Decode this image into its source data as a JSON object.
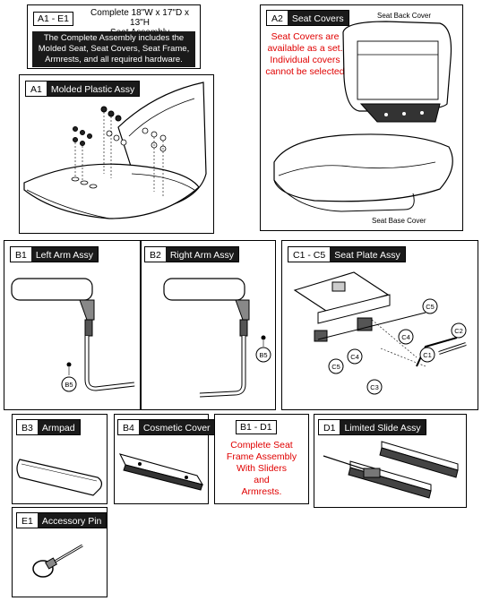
{
  "a1e1": {
    "id": "A1 - E1",
    "title": "Complete 18\"W x 17\"D x 13\"H Seat Assembly",
    "title_line1": "Complete 18\"W x 17\"D x 13\"H",
    "title_line2": "Seat Assembly",
    "note_line1": "The Complete Assembly includes the",
    "note_line2": "Molded Seat, Seat Covers, Seat Frame,",
    "note_line3": "Armrests, and all required hardware."
  },
  "a1": {
    "id": "A1",
    "label": "Molded Plastic Assy"
  },
  "a2": {
    "id": "A2",
    "label": "Seat Covers",
    "note_line1": "Seat Covers are",
    "note_line2": "available as a set.",
    "note_line3": "Individual covers",
    "note_line4": "cannot be selected",
    "back_label": "Seat Back Cover",
    "base_label": "Seat Base Cover"
  },
  "b1": {
    "id": "B1",
    "label": "Left Arm Assy",
    "callout": "B5"
  },
  "b2": {
    "id": "B2",
    "label": "Right Arm Assy",
    "callout": "B5"
  },
  "c1c5": {
    "id": "C1 - C5",
    "label": "Seat Plate Assy",
    "callouts": [
      "C5",
      "C4",
      "C2",
      "C1",
      "C5",
      "C4",
      "C3"
    ]
  },
  "b3": {
    "id": "B3",
    "label": "Armpad"
  },
  "b4": {
    "id": "B4",
    "label": "Cosmetic Cover"
  },
  "b1d1": {
    "id": "B1 - D1",
    "note_line1": "Complete Seat",
    "note_line2": "Frame Assembly",
    "note_line3": "With Sliders",
    "note_line4": "and",
    "note_line5": "Armrests."
  },
  "d1": {
    "id": "D1",
    "label": "Limited Slide Assy"
  },
  "e1": {
    "id": "E1",
    "label": "Accessory Pin"
  },
  "colors": {
    "note_red": "#e00000",
    "label_bg": "#1a1a1a"
  }
}
